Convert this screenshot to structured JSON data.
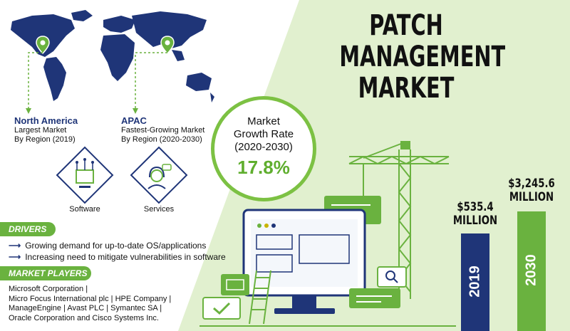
{
  "header": {
    "title_lines": [
      "PATCH",
      "MANAGEMENT",
      "MARKET"
    ]
  },
  "regions": [
    {
      "name": "North America",
      "line1": "Largest Market",
      "line2": "By Region (2019)"
    },
    {
      "name": "APAC",
      "line1": "Fastest-Growing Market",
      "line2": "By Region (2020-2030)"
    }
  ],
  "growth": {
    "label_lines": [
      "Market",
      "Growth Rate",
      "(2020-2030)"
    ],
    "value": "17.8%"
  },
  "segments": [
    {
      "label": "Software",
      "icon": "cube-circuit-icon"
    },
    {
      "label": "Services",
      "icon": "headset-support-icon"
    }
  ],
  "drivers": {
    "heading": "DRIVERS",
    "items": [
      "Growing demand for up-to-date OS/applications",
      "Increasing need to mitigate vulnerabilities in software"
    ]
  },
  "players": {
    "heading": "MARKET PLAYERS",
    "lines": [
      "Microsoft Corporation |",
      "Micro Focus International plc | HPE Company |",
      "ManageEngine | Avast PLC | Symantec SA |",
      "Oracle Corporation and Cisco Systems Inc."
    ]
  },
  "bars": [
    {
      "year": "2019",
      "value_lines": [
        "$535.4",
        "MILLION"
      ],
      "amount": 535.4,
      "color": "#1f3578"
    },
    {
      "year": "2030",
      "value_lines": [
        "$3,245.6",
        "MILLION"
      ],
      "amount": 3245.6,
      "color": "#6ab23f"
    }
  ],
  "colors": {
    "navy": "#1f3578",
    "green": "#6ab23f",
    "light_green": "#dcedc8"
  }
}
